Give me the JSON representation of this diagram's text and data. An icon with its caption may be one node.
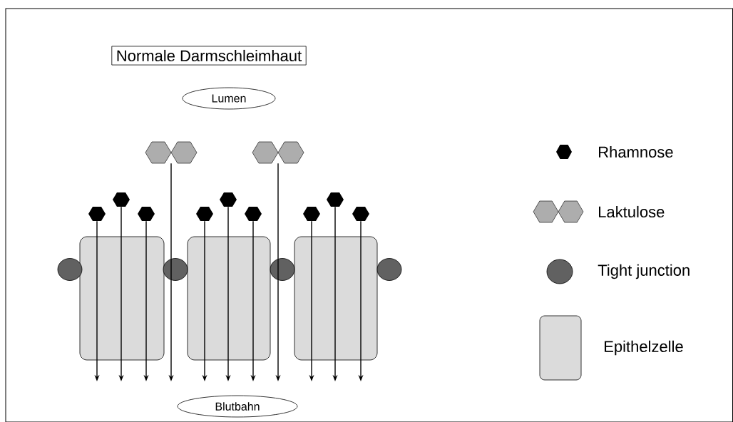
{
  "diagram": {
    "nodes": [
      {
        "text": [
          "Normale Darmschleimhaut"
        ]
      },
      {
        "text": [
          "Lumen"
        ]
      },
      {
        "text": [],
        "shape": "hexagons"
      },
      {
        "text": [],
        "shape": "hexagons"
      },
      {
        "text": [],
        "shape": "hexagon"
      },
      {
        "text": [],
        "shape": "hexagon"
      },
      {
        "text": [],
        "shape": "hexagon"
      },
      {
        "text": [],
        "shape": "hexagon"
      },
      {
        "text": [],
        "shape": "hexagon"
      },
      {
        "text": [],
        "shape": "hexagon"
      },
      {
        "text": [],
        "shape": "hexagon"
      },
      {
        "text": [],
        "shape": "hexagon"
      },
      {
        "text": [],
        "shape": "hexagon"
      },
      {
        "text": [
          "Blutbahn"
        ]
      }
    ],
    "edges": [
      {
        "from": 2,
        "to": null,
        "arrow": "to"
      },
      {
        "from": 3,
        "to": null,
        "arrow": "to"
      },
      {
        "from": 4,
        "to": null,
        "arrow": "to"
      },
      {
        "from": 5,
        "to": null,
        "arrow": "to"
      },
      {
        "from": 6,
        "to": null,
        "arrow": "to"
      },
      {
        "from": 7,
        "to": null,
        "arrow": "to"
      },
      {
        "from": 8,
        "to": null,
        "arrow": "to"
      },
      {
        "from": 9,
        "to": null,
        "arrow": "to"
      },
      {
        "from": 10,
        "to": null,
        "arrow": "to"
      },
      {
        "from": 11,
        "to": null,
        "arrow": "to"
      },
      {
        "from": 12,
        "to": null,
        "arrow": "to"
      }
    ],
    "legend": [
      {
        "text": "Rhamnose"
      },
      {
        "text": "Laktulose"
      },
      {
        "text": "Tight junction"
      },
      {
        "text": "Epithelzelle"
      }
    ]
  }
}
